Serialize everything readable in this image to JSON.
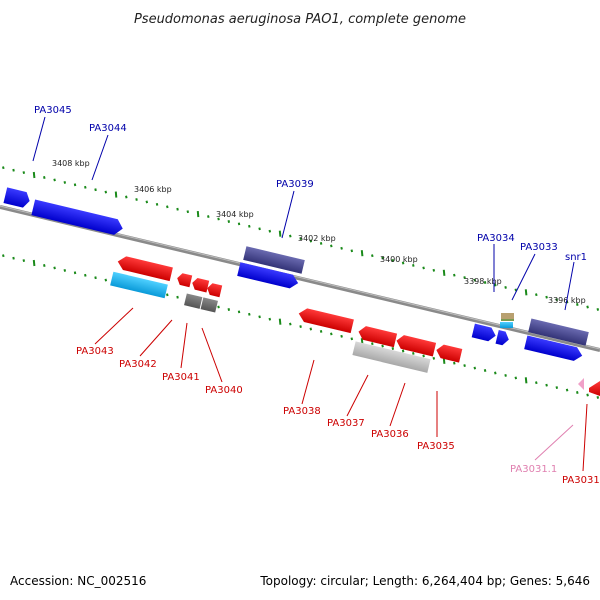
{
  "title": "Pseudomonas aeruginosa PAO1, complete genome",
  "footer": {
    "accession": "Accession: NC_002516",
    "summary": "Topology: circular; Length: 6,264,404 bp; Genes: 5,646"
  },
  "colors": {
    "plus_gene": "#1a1aff",
    "plus_gene_dark": "#4b4b9a",
    "minus_gene": "#ff1a1a",
    "cyan_gene": "#1ab8ff",
    "grey_dark": "#6a6a6a",
    "grey_light": "#c0c0c0",
    "pink_gene": "#f0a0c8",
    "label_blue": "#0000aa",
    "label_red": "#cc0000",
    "label_pink": "#e080b0",
    "axis_tick": "#1a8a1a",
    "backbone": "#7a7a7a"
  },
  "scale_labels": [
    "3408 kbp",
    "3406 kbp",
    "3404 kbp",
    "3402 kbp",
    "3400 kbp",
    "3398 kbp",
    "3396 kbp"
  ],
  "upper_labels": [
    "PA3045",
    "PA3044",
    "PA3039",
    "PA3034",
    "PA3033",
    "snr1"
  ],
  "lower_labels": [
    "PA3043",
    "PA3042",
    "PA3041",
    "PA3040",
    "PA3038",
    "PA3037",
    "PA3036",
    "PA3035",
    "PA3031.1",
    "PA3031"
  ]
}
